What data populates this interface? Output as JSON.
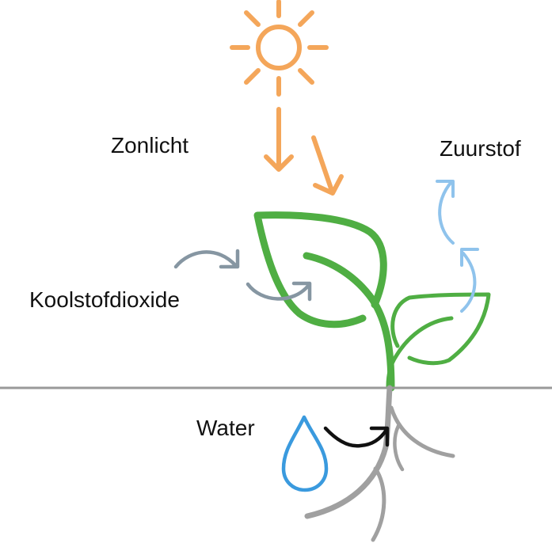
{
  "labels": {
    "sunlight": "Zonlicht",
    "oxygen": "Zuurstof",
    "carbon_dioxide": "Koolstofdioxide",
    "water": "Water"
  },
  "colors": {
    "sun": "#f4a65a",
    "leaf": "#4fae43",
    "oxygen": "#8fc3ec",
    "carbon_dioxide": "#8696a2",
    "water_drop": "#3a9ade",
    "roots": "#a0a0a0",
    "ground": "#999999",
    "water_arrow": "#111111"
  }
}
